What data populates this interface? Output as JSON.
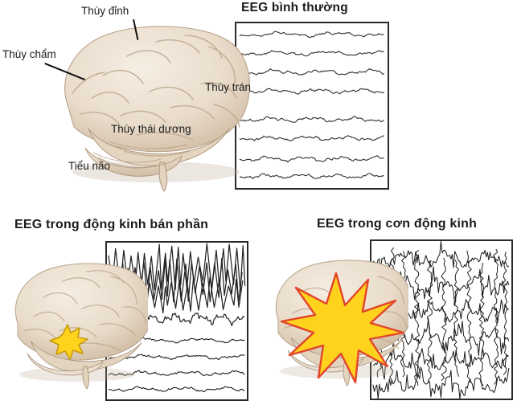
{
  "figure": {
    "background_color": "#ffffff",
    "brain_color": "#ece0d0",
    "brain_shadow_color": "#c9b49c",
    "trace_color": "#333333",
    "box_border_color": "#2a2a2a",
    "star_color": "#ffd21e",
    "star_edge_color": "#c79a09",
    "star_ray_color": "#e2452a"
  },
  "panels": {
    "normal": {
      "title": "EEG bình thường",
      "eeg_box_name": "normal-eeg-chart",
      "trace_count": 8,
      "brain_marker": "none"
    },
    "partial": {
      "title": "EEG trong động kinh bán phần",
      "eeg_box_name": "partial-seizure-eeg-chart",
      "trace_count": 7,
      "brain_marker": "small-yellow-star-temporal"
    },
    "generalized": {
      "title": "EEG trong cơn động kinh",
      "eeg_box_name": "generalized-seizure-eeg-chart",
      "trace_count": 6,
      "brain_marker": "large-yellow-star-with-red-rays"
    }
  },
  "anatomy_labels": {
    "parietal": "Thùy đỉnh",
    "occipital": "Thùy chẩm",
    "frontal": "Thùy trán",
    "temporal": "Thùy thái dương",
    "cerebellum": "Tiểu não"
  },
  "chart_data": {
    "type": "line",
    "title": "EEG traces — normal vs partial seizure vs generalized seizure",
    "xlabel": "",
    "ylabel": "",
    "charts": [
      {
        "name": "EEG bình thường",
        "description": "Eight low-amplitude, irregular background rhythm channels of roughly equal amplitude.",
        "channels": 8,
        "amplitude_relative": [
          0.12,
          0.12,
          0.13,
          0.12,
          0.12,
          0.11,
          0.12,
          0.12
        ],
        "frequency_relative": [
          1.0,
          1.0,
          1.0,
          1.0,
          1.0,
          1.0,
          1.0,
          1.0
        ],
        "pattern": "low-amplitude-irregular"
      },
      {
        "name": "EEG trong động kinh bán phần",
        "description": "Top three channels show large, rapid, spiky high-amplitude discharges (focal onset); lower four channels remain low-amplitude normal background.",
        "channels": 7,
        "amplitude_relative": [
          0.95,
          0.95,
          0.6,
          0.12,
          0.12,
          0.12,
          0.12
        ],
        "frequency_relative": [
          3.0,
          3.0,
          2.6,
          1.0,
          1.0,
          1.0,
          1.0
        ],
        "pattern": "focal-high-amplitude-top-channels"
      },
      {
        "name": "EEG trong cơn động kinh",
        "description": "All channels show chaotic, high-amplitude spike-and-wave discharges with repeated vertical spike bursts across the whole recording.",
        "channels": 6,
        "amplitude_relative": [
          0.85,
          0.85,
          0.85,
          0.85,
          0.85,
          0.9
        ],
        "frequency_relative": [
          3.2,
          3.2,
          3.2,
          3.2,
          3.2,
          3.4
        ],
        "pattern": "generalized-spike-and-wave"
      }
    ]
  }
}
